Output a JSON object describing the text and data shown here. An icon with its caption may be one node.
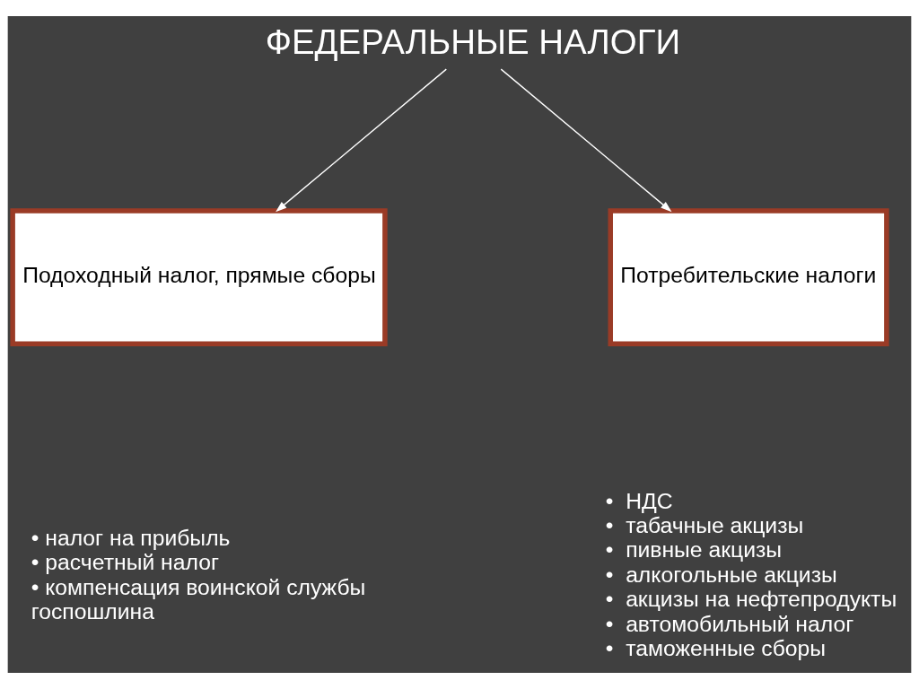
{
  "diagram": {
    "nodes": [
      {
        "text": [
          "ФЕДЕРАЛЬНЫЕ НАЛОГИ"
        ]
      },
      {
        "text": [
          "Подоходный налог, прямые сборы"
        ],
        "beside": [
          "• налог на прибыль",
          "• расчетный налог",
          "• компенсация воинской службы",
          "госпошлина"
        ]
      },
      {
        "text": [
          "Потребительские налоги"
        ],
        "beside": [
          "•  НДС",
          "•  табачные акцизы",
          "•  пивные акцизы",
          "•  алкогольные акцизы",
          "•  акцизы на нефтепродукты",
          "•  автомобильный налог",
          "•  таможенные сборы"
        ]
      }
    ],
    "edges": [
      {
        "from": 0,
        "to": 1,
        "arrow": "to"
      },
      {
        "from": 0,
        "to": 2,
        "arrow": "to"
      }
    ]
  }
}
